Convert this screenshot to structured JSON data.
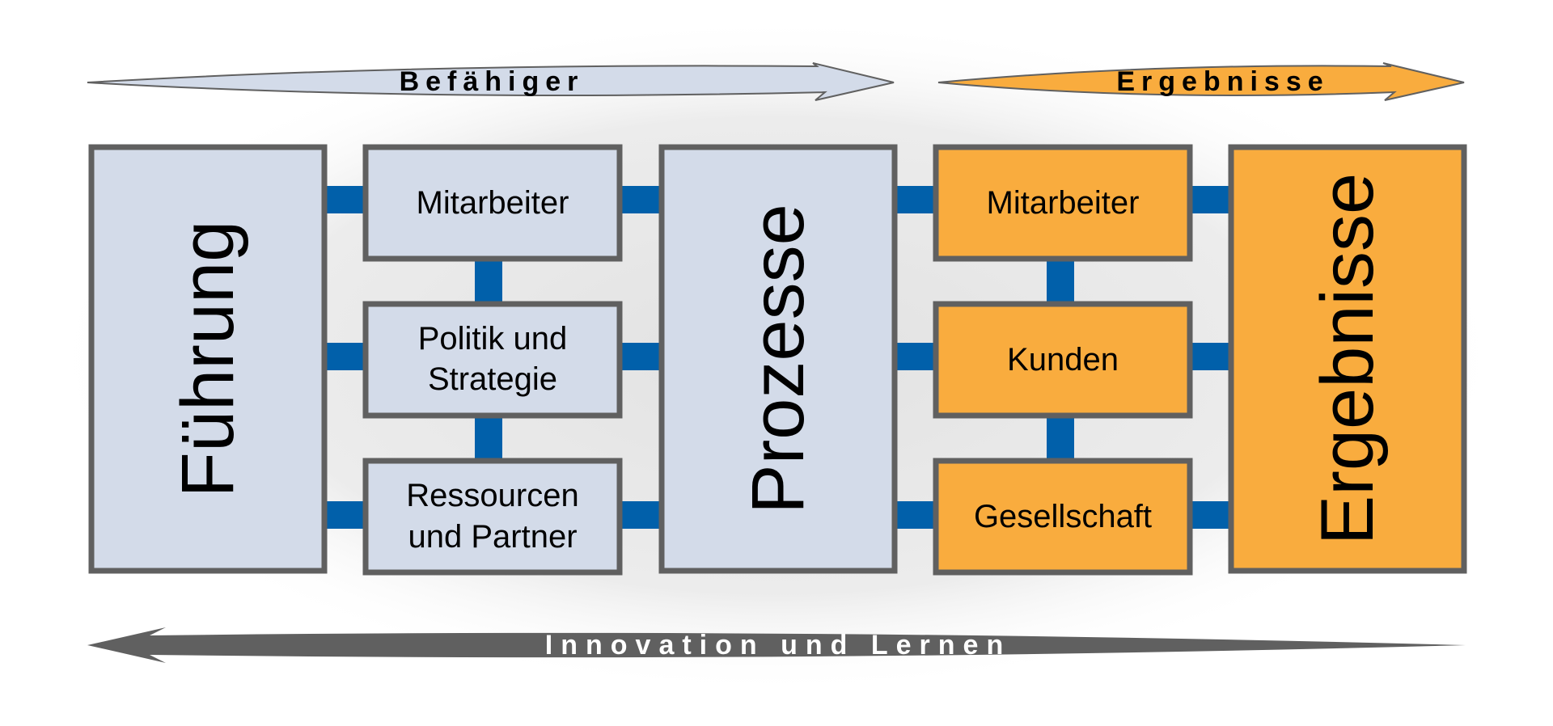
{
  "colors": {
    "enabler_fill": "#d3dbe9",
    "result_fill": "#f9ac3e",
    "border": "#606060",
    "connector": "#0160aa",
    "innovation_arrow": "#606060",
    "text": "#000000",
    "innovation_text": "#ffffff"
  },
  "arrows": {
    "enablers_label": "Befähiger",
    "results_label": "Ergebnisse",
    "innovation_label": "Innovation und Lernen"
  },
  "enablers": {
    "leadership": "Führung",
    "people_line1": "Mitarbeiter",
    "policy_line1": "Politik und",
    "policy_line2": "Strategie",
    "resources_line1": "Ressourcen",
    "resources_line2": "und Partner",
    "processes": "Prozesse"
  },
  "results": {
    "people": "Mitarbeiter",
    "customers": "Kunden",
    "society": "Gesellschaft",
    "key_results": "Ergebnisse"
  }
}
